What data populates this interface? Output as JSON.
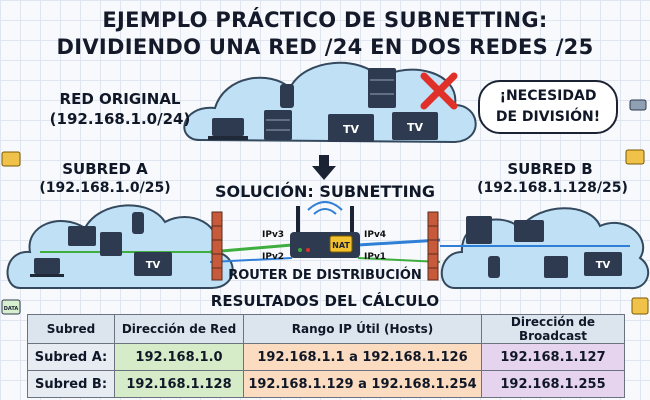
{
  "title": {
    "line1": "EJEMPLO PRÁCTICO DE SUBNETTING:",
    "line2": "DIVIDIENDO UNA RED /24 EN DOS REDES /25"
  },
  "original": {
    "label": "RED ORIGINAL",
    "cidr": "(192.168.1.0/24)"
  },
  "callout": {
    "line1": "¡NECESIDAD",
    "line2": "DE DIVISIÓN!"
  },
  "subnet_a": {
    "label": "SUBRED A",
    "cidr": "(192.168.1.0/25)"
  },
  "subnet_b": {
    "label": "SUBRED B",
    "cidr": "(192.168.1.128/25)"
  },
  "solution": "SOLUCIÓN: SUBNETTING",
  "router": {
    "label": "ROUTER DE DISTRIBUCIÓN",
    "nat": "NAT",
    "ports": {
      "ipv3": "IPv3",
      "ipv2": "IPv2",
      "ipv4": "IPv4",
      "ipv1": "IPv1"
    }
  },
  "tv_label": "TV",
  "data_label": "DATA",
  "results": {
    "heading": "RESULTADOS DEL CÁLCULO",
    "headers": [
      "Subred",
      "Dirección de Red",
      "Rango IP Útil (Hosts)",
      "Dirección de Broadcast"
    ],
    "rows": [
      {
        "name": "Subred A:",
        "network": "192.168.1.0",
        "range": "192.168.1.1 a 192.168.1.126",
        "broadcast": "192.168.1.127"
      },
      {
        "name": "Subred B:",
        "network": "192.168.1.128",
        "range": "192.168.1.129 a 192.168.1.254",
        "broadcast": "192.168.1.255"
      }
    ]
  },
  "colors": {
    "cloud": "#bfe0f5",
    "cloud_border": "#34495e",
    "link_green": "#3fae3f",
    "link_blue": "#2f7fd6",
    "firewall": "#c65a3a",
    "cross": "#e0302a"
  }
}
